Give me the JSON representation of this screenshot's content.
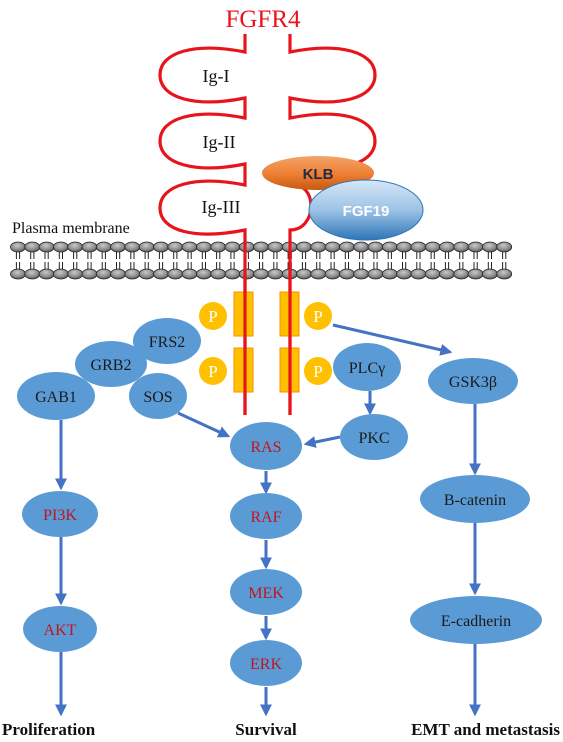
{
  "receptor": {
    "name": "FGFR4",
    "domains": [
      "Ig-I",
      "Ig-II",
      "Ig-III"
    ],
    "color": "#e8141b"
  },
  "membrane": {
    "label": "Plasma membrane"
  },
  "ligands": {
    "klb": "KLB",
    "fgf19": "FGF19"
  },
  "phospho_label": "P",
  "nodes": {
    "frs2": "FRS2",
    "grb2": "GRB2",
    "gab1": "GAB1",
    "sos": "SOS",
    "plcg": "PLCγ",
    "pkc": "PKC",
    "gsk3b": "GSK3β",
    "ras": "RAS",
    "raf": "RAF",
    "mek": "MEK",
    "erk": "ERK",
    "pi3k": "PI3K",
    "akt": "AKT",
    "bcatenin": "B-catenin",
    "ecadherin": "E-cadherin"
  },
  "outcomes": {
    "proliferation": "Proliferation",
    "survival": "Survival",
    "emt": "EMT and metastasis"
  },
  "colors": {
    "node": "#5b9bd5",
    "node_text_dark": "#1a1a1a",
    "node_text_red": "#c0141c",
    "arrow": "#4472c4",
    "phospho": "#ffc000",
    "klb": "#ed7d31",
    "fgf19": "#9dc3e6"
  }
}
